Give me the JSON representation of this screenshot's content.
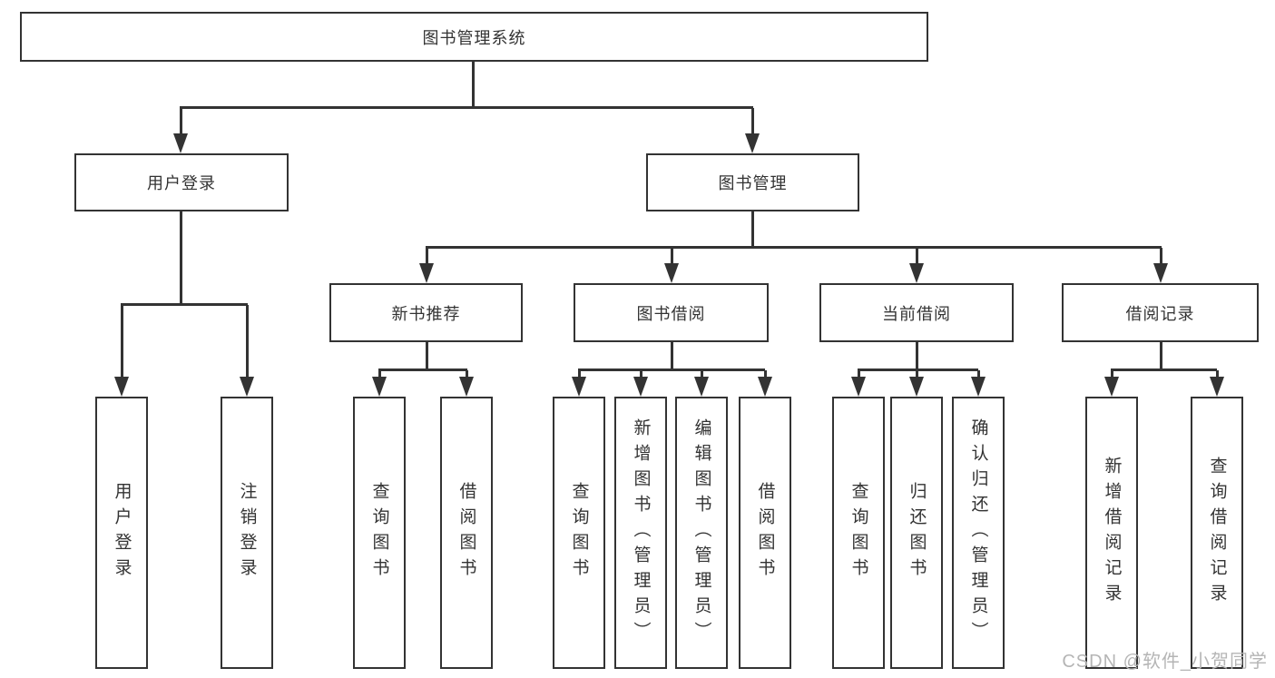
{
  "tree": {
    "root": {
      "label": "图书管理系统"
    },
    "branches": [
      {
        "label": "用户登录",
        "children": [
          {
            "label": "用户登录"
          },
          {
            "label": "注销登录"
          }
        ]
      },
      {
        "label": "图书管理",
        "children": [
          {
            "label": "新书推荐",
            "children": [
              {
                "label": "查询图书"
              },
              {
                "label": "借阅图书"
              }
            ]
          },
          {
            "label": "图书借阅",
            "children": [
              {
                "label": "查询图书"
              },
              {
                "label": "新增图书（管理员）"
              },
              {
                "label": "编辑图书（管理员）"
              },
              {
                "label": "借阅图书"
              }
            ]
          },
          {
            "label": "当前借阅",
            "children": [
              {
                "label": "查询图书"
              },
              {
                "label": "归还图书"
              },
              {
                "label": "确认归还（管理员）"
              }
            ]
          },
          {
            "label": "借阅记录",
            "children": [
              {
                "label": "新增借阅记录"
              },
              {
                "label": "查询借阅记录"
              }
            ]
          }
        ]
      }
    ]
  },
  "watermark": {
    "text": "CSDN @软件_小贺同学"
  },
  "colors": {
    "line": "#333333",
    "text": "#333333",
    "watermark": "#b5b5b5",
    "background": "#ffffff"
  }
}
